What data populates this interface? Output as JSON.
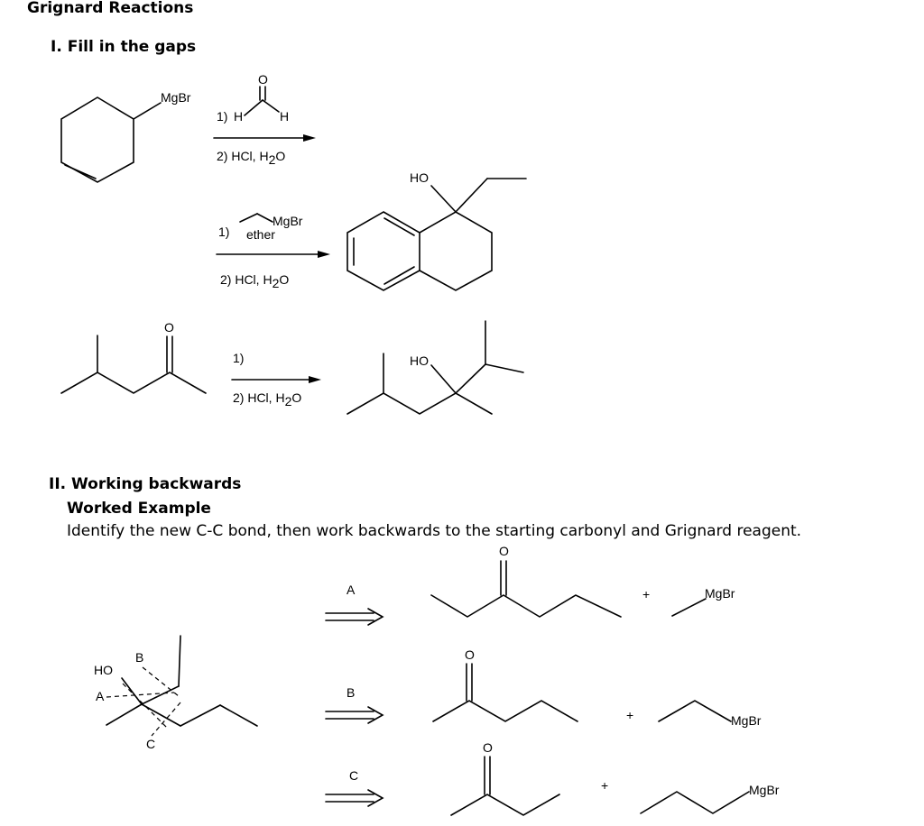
{
  "title": "Grignard Reactions",
  "section1": {
    "heading": "I. Fill in the gaps",
    "row1": {
      "substituent": "MgBr",
      "step1": "1)",
      "h_left": "H",
      "h_right": "H",
      "o": "O",
      "step2_main": "2) HCl, H",
      "step2_sub": "2",
      "step2_end": "O"
    },
    "row2": {
      "step1": "1)",
      "reagent": "MgBr",
      "solvent": "ether",
      "step2_main": "2) HCl, H",
      "step2_sub": "2",
      "step2_end": "O",
      "product_oh": "HO"
    },
    "row3": {
      "o": "O",
      "step1": "1)",
      "step2_main": "2) HCl, H",
      "step2_sub": "2",
      "step2_end": "O",
      "product_oh": "HO"
    }
  },
  "section2": {
    "heading": "II. Working backwards",
    "subheading": "Worked Example",
    "instruction": "Identify the new C-C bond, then work backwards to the starting carbonyl and Grignard reagent.",
    "molecule": {
      "oh": "HO",
      "label_a": "A",
      "label_b": "B",
      "label_c": "C"
    },
    "routes": [
      {
        "label": "A",
        "o": "O",
        "plus": "+",
        "reagent": "MgBr"
      },
      {
        "label": "B",
        "o": "O",
        "plus": "+",
        "reagent": "MgBr"
      },
      {
        "label": "C",
        "o": "O",
        "plus": "+",
        "reagent": "MgBr"
      }
    ]
  }
}
